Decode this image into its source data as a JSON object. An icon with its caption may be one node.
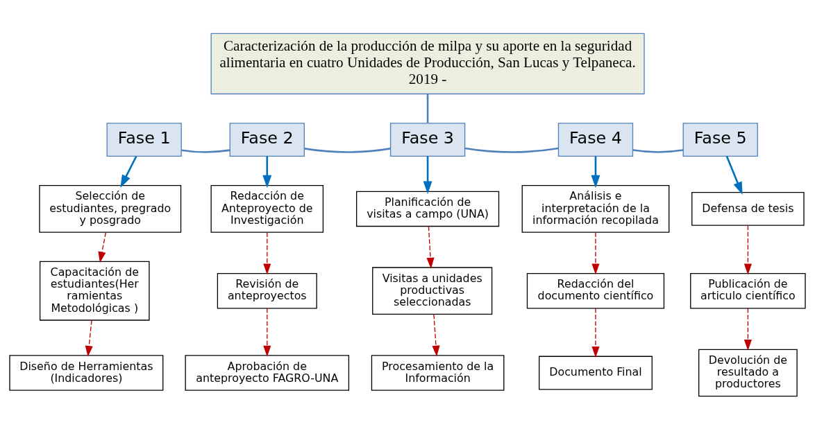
{
  "diagram": {
    "nodes": [
      {
        "text": [
          "Caracterización de la producción de milpa y su aporte en la seguridad alimentaria en cuatro Unidades de Producción, San Lucas y Telpaneca. 2019 -"
        ]
      },
      {
        "text": [
          "Fase 1"
        ]
      },
      {
        "text": [
          "Fase 2"
        ]
      },
      {
        "text": [
          "Fase 3"
        ]
      },
      {
        "text": [
          "Fase 4"
        ]
      },
      {
        "text": [
          "Fase 5"
        ]
      },
      {
        "text": [
          "Selección de estudiantes, pregrado y posgrado"
        ]
      },
      {
        "text": [
          "Capacitación de estudiantes(Her ramientas Metodológicas )"
        ]
      },
      {
        "text": [
          "Diseño de Herramientas (Indicadores)"
        ]
      },
      {
        "text": [
          "Redacción de Anteproyecto de Investigación"
        ]
      },
      {
        "text": [
          "Revisión de anteproyectos"
        ]
      },
      {
        "text": [
          "Aprobación de anteproyecto FAGRO-UNA"
        ]
      },
      {
        "text": [
          "Planificación de visitas a campo (UNA)"
        ]
      },
      {
        "text": [
          "Visitas a unidades productivas seleccionadas"
        ]
      },
      {
        "text": [
          "Procesamiento de la Información"
        ]
      },
      {
        "text": [
          "Análisis e interpretación de la información recopilada"
        ]
      },
      {
        "text": [
          "Redacción del documento científico"
        ]
      },
      {
        "text": [
          "Documento Final"
        ]
      },
      {
        "text": [
          "Defensa de tesis"
        ]
      },
      {
        "text": [
          "Publicación de articulo científico"
        ]
      },
      {
        "text": [
          "Devolución de resultado a productores"
        ]
      }
    ],
    "edges": [
      {
        "from": 0,
        "to": 3,
        "arrow": "none",
        "color": "#4f81bd"
      },
      {
        "from": 1,
        "to": 2,
        "arrow": "none",
        "color": "#4f81bd"
      },
      {
        "from": 2,
        "to": 3,
        "arrow": "none",
        "color": "#4f81bd"
      },
      {
        "from": 3,
        "to": 4,
        "arrow": "none",
        "color": "#4f81bd"
      },
      {
        "from": 4,
        "to": 5,
        "arrow": "none",
        "color": "#4f81bd"
      },
      {
        "from": 1,
        "to": 6,
        "arrow": "to",
        "color": "#0070c0"
      },
      {
        "from": 6,
        "to": 7,
        "arrow": "to",
        "style": "dashed",
        "color": "#c00000"
      },
      {
        "from": 7,
        "to": 8,
        "arrow": "to",
        "style": "dashed",
        "color": "#c00000"
      },
      {
        "from": 2,
        "to": 9,
        "arrow": "to",
        "color": "#0070c0"
      },
      {
        "from": 9,
        "to": 10,
        "arrow": "to",
        "style": "dashed",
        "color": "#c00000"
      },
      {
        "from": 10,
        "to": 11,
        "arrow": "to",
        "style": "dashed",
        "color": "#c00000"
      },
      {
        "from": 3,
        "to": 12,
        "arrow": "to",
        "color": "#0070c0"
      },
      {
        "from": 12,
        "to": 13,
        "arrow": "to",
        "style": "dashed",
        "color": "#c00000"
      },
      {
        "from": 13,
        "to": 14,
        "arrow": "to",
        "style": "dashed",
        "color": "#c00000"
      },
      {
        "from": 4,
        "to": 15,
        "arrow": "to",
        "color": "#0070c0"
      },
      {
        "from": 15,
        "to": 16,
        "arrow": "to",
        "style": "dashed",
        "color": "#c00000"
      },
      {
        "from": 16,
        "to": 17,
        "arrow": "to",
        "style": "dashed",
        "color": "#c00000"
      },
      {
        "from": 5,
        "to": 18,
        "arrow": "to",
        "color": "#0070c0"
      },
      {
        "from": 18,
        "to": 19,
        "arrow": "to",
        "style": "dashed",
        "color": "#c00000"
      },
      {
        "from": 19,
        "to": 20,
        "arrow": "to",
        "style": "dashed",
        "color": "#c00000"
      }
    ]
  }
}
